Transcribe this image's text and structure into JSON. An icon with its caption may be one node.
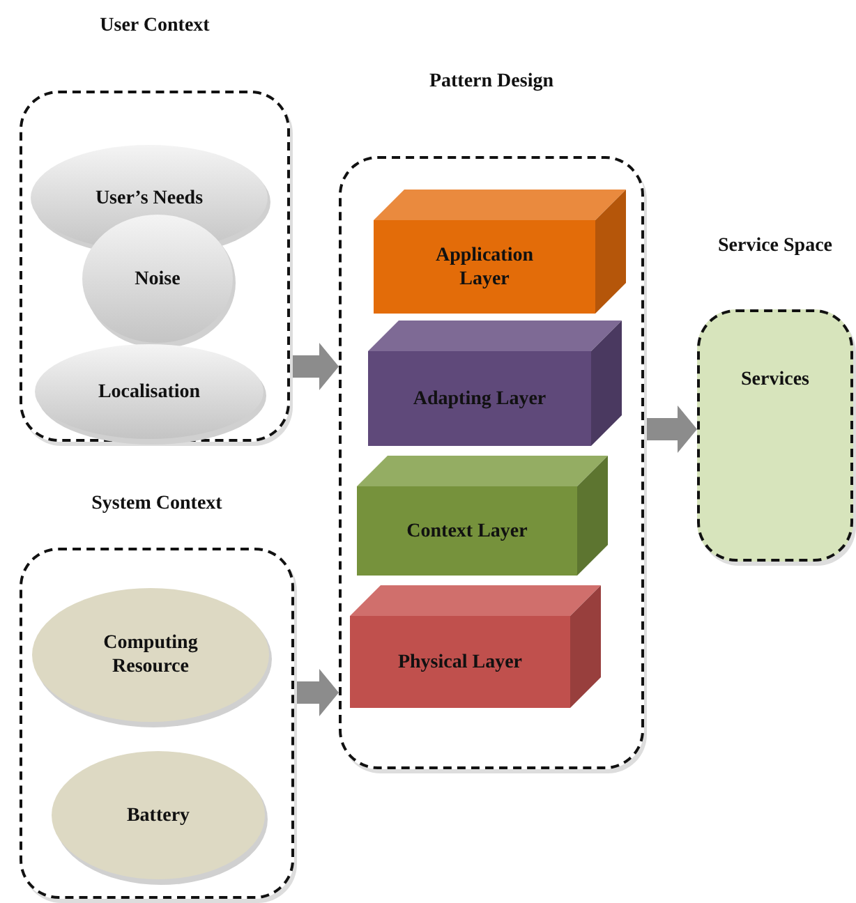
{
  "diagram": {
    "nodes": [
      {
        "text": [
          "User Context"
        ]
      },
      {
        "text": [
          "User’s Needs"
        ],
        "in": 0
      },
      {
        "text": [
          "Noise"
        ],
        "in": 0
      },
      {
        "text": [
          "Localisation"
        ],
        "in": 0
      },
      {
        "text": [
          "Pattern Design"
        ]
      },
      {
        "text": [
          "Application Layer"
        ],
        "in": 4
      },
      {
        "text": [
          "Adapting Layer"
        ],
        "in": 4
      },
      {
        "text": [
          "Context Layer"
        ],
        "in": 4
      },
      {
        "text": [
          "Physical Layer"
        ],
        "in": 4
      },
      {
        "text": [
          "Service Space",
          "Services"
        ]
      },
      {
        "text": [
          "System Context"
        ]
      },
      {
        "text": [
          "Computing Resource"
        ],
        "in": 10
      },
      {
        "text": [
          "Battery"
        ],
        "in": 10
      }
    ],
    "edges": [
      {
        "from": 0,
        "to": 4,
        "arrow": "to"
      },
      {
        "from": 10,
        "to": 4,
        "arrow": "to"
      },
      {
        "from": 4,
        "to": 9,
        "arrow": "to"
      }
    ]
  }
}
